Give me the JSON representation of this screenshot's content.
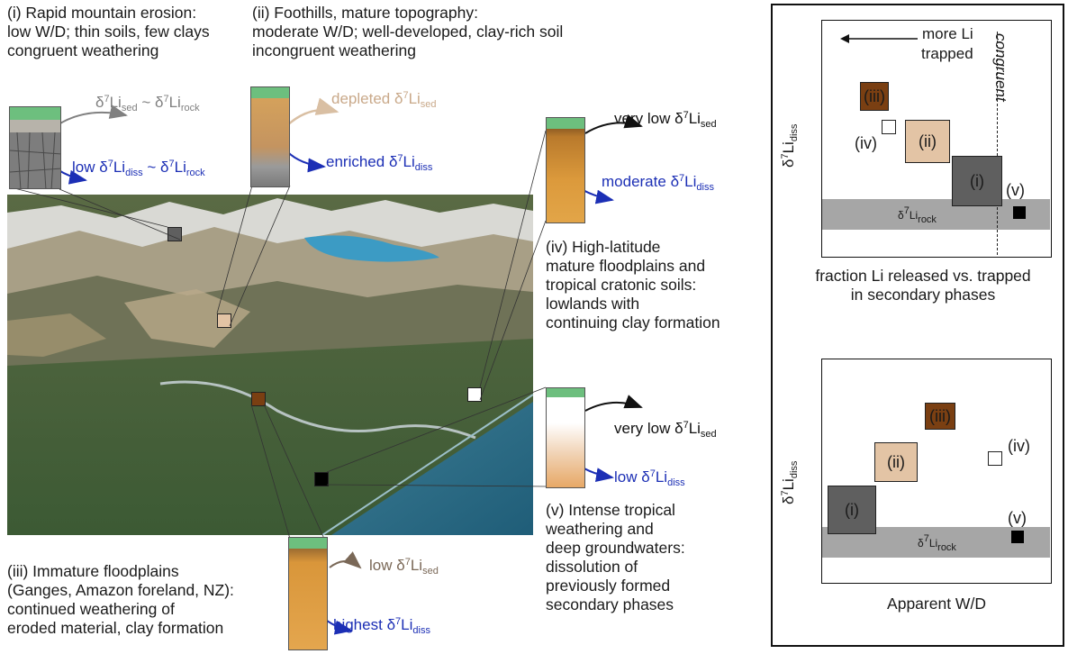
{
  "captions": {
    "i": "(i) Rapid mountain erosion:\nlow W/D; thin soils, few clays\ncongruent weathering",
    "ii": "(ii) Foothills, mature topography:\nmoderate W/D; well-developed, clay-rich soil\nincongruent weathering",
    "iii": "(iii) Immature floodplains\n(Ganges, Amazon foreland, NZ):\ncontinued weathering of\neroded material, clay formation",
    "iv": "(iv) High-latitude\nmature floodplains and\ntropical cratonic soils:\nlowlands with\ncontinuing clay formation",
    "v": "(v) Intense tropical\nweathering and\ndeep groundwaters:\ndissolution of\npreviously formed\nsecondary phases"
  },
  "labels": {
    "delta": "δ",
    "sup7": "7",
    "li": "Li",
    "sed": "sed",
    "rock": "rock",
    "diss": "diss",
    "tilde": "~",
    "low": "low",
    "depleted": "depleted",
    "enriched": "enriched",
    "very_low": "very low",
    "moderate": "moderate",
    "highest": "highest"
  },
  "panel_top": {
    "ylabel_main": "δ",
    "more_li_trapped_1": "more Li",
    "more_li_trapped_2": "trapped",
    "congruent": "congruent",
    "caption": "fraction Li released vs. trapped\nin secondary phases",
    "markers": [
      "(i)",
      "(ii)",
      "(iii)",
      "(iv)",
      "(v)"
    ]
  },
  "panel_bottom": {
    "xlabel": "Apparent W/D",
    "markers": [
      "(i)",
      "(ii)",
      "(iii)",
      "(iv)",
      "(v)"
    ]
  },
  "colors": {
    "i": "#5f5f5f",
    "ii": "#e3c4a5",
    "iii": "#7a3f12",
    "iv": "#ffffff",
    "v": "#000000",
    "band": "#a6a6a6",
    "blue_arrow": "#1c2fb5"
  }
}
